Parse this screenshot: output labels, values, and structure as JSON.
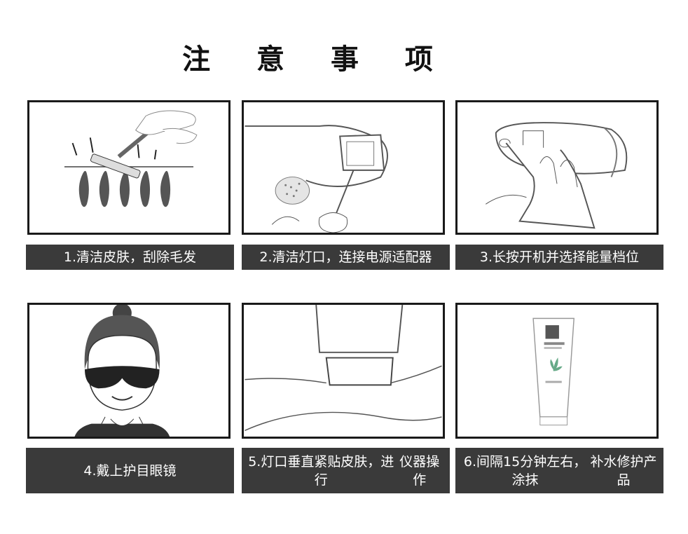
{
  "header": {
    "title": "注 意 事 项"
  },
  "steps": [
    {
      "caption": "1.清洁皮肤，刮除毛发",
      "icon": "razor-shaving-illustration"
    },
    {
      "caption": "2.清洁灯口，连接电源适配器",
      "icon": "device-lamp-cleaning-illustration"
    },
    {
      "caption": "3.长按开机并选择能量档位",
      "icon": "hand-pressing-button-illustration"
    },
    {
      "caption": "4.戴上护目眼镜",
      "icon": "girl-wearing-goggles-illustration"
    },
    {
      "caption_line1": "5.灯口垂直紧贴皮肤，进行",
      "caption_line2": "仪器操作",
      "icon": "device-on-skin-illustration"
    },
    {
      "caption_line1": "6.间隔15分钟左右，涂抹",
      "caption_line2": "补水修护产品",
      "icon": "aloe-lotion-tube-illustration"
    }
  ],
  "colors": {
    "caption_bg": "#3a3a3a",
    "caption_text": "#ffffff",
    "border": "#1a1a1a"
  }
}
